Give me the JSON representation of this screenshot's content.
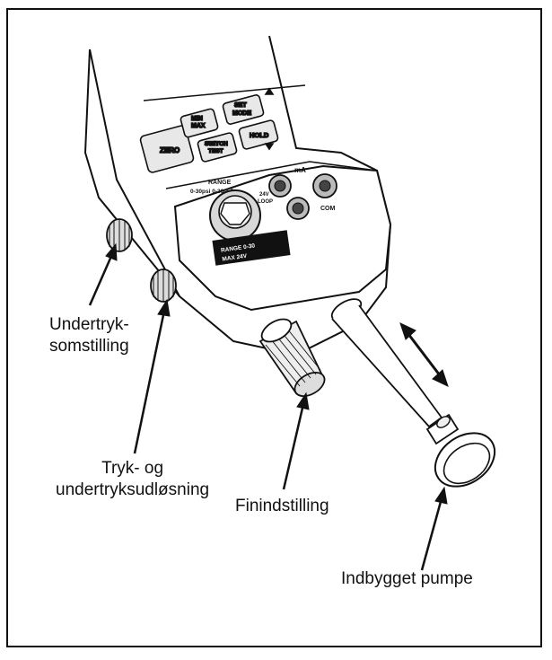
{
  "labels": {
    "vacuum_adjust_line1": "Undertryk-",
    "vacuum_adjust_line2": "somstilling",
    "pressure_release_line1": "Tryk- og",
    "pressure_release_line2": "undertryksudløsning",
    "fine_adjust": "Finindstilling",
    "builtin_pump": "Indbygget pumpe"
  },
  "device": {
    "key_zero": "ZERO",
    "key_minmax_1": "MIN",
    "key_minmax_2": "MAX",
    "key_mode_1": "SET",
    "key_mode_2": "MODE",
    "key_switch_1": "SWITCH",
    "key_switch_2": "TEST",
    "key_hold": "HOLD",
    "range_label": "RANGE",
    "range_values": "0-30psi  0-300kPa",
    "jack_ma": "mA",
    "jack_com": "COM",
    "jack_24v": "24V",
    "jack_loop": "LOOP",
    "display_line1": "RANGE  0-30",
    "display_line2": "MAX  24V"
  }
}
